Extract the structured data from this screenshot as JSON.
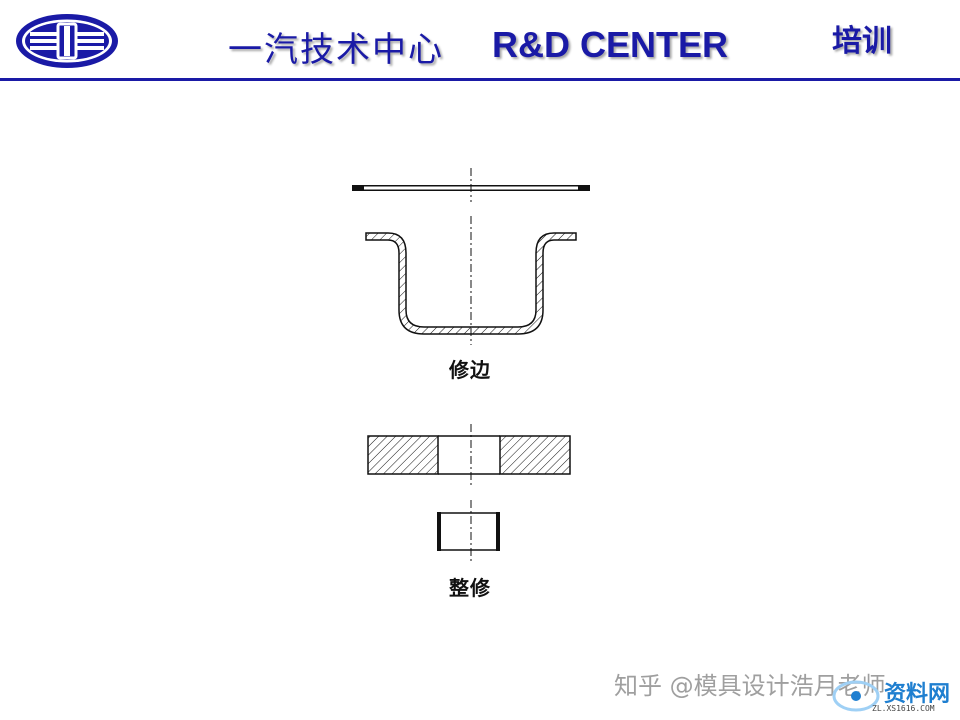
{
  "header": {
    "title_cn": "一汽技术中心",
    "title_en": "R&D CENTER",
    "section": "培训"
  },
  "captions": {
    "trimming": "修边",
    "finishing": "整修"
  },
  "watermark": {
    "text": "知乎 @模具设计浩月老师",
    "site_name": "资料网",
    "site_url": "ZL.XS1616.COM"
  },
  "colors": {
    "brand_blue": "#1a1aa6",
    "ink": "#111111"
  }
}
